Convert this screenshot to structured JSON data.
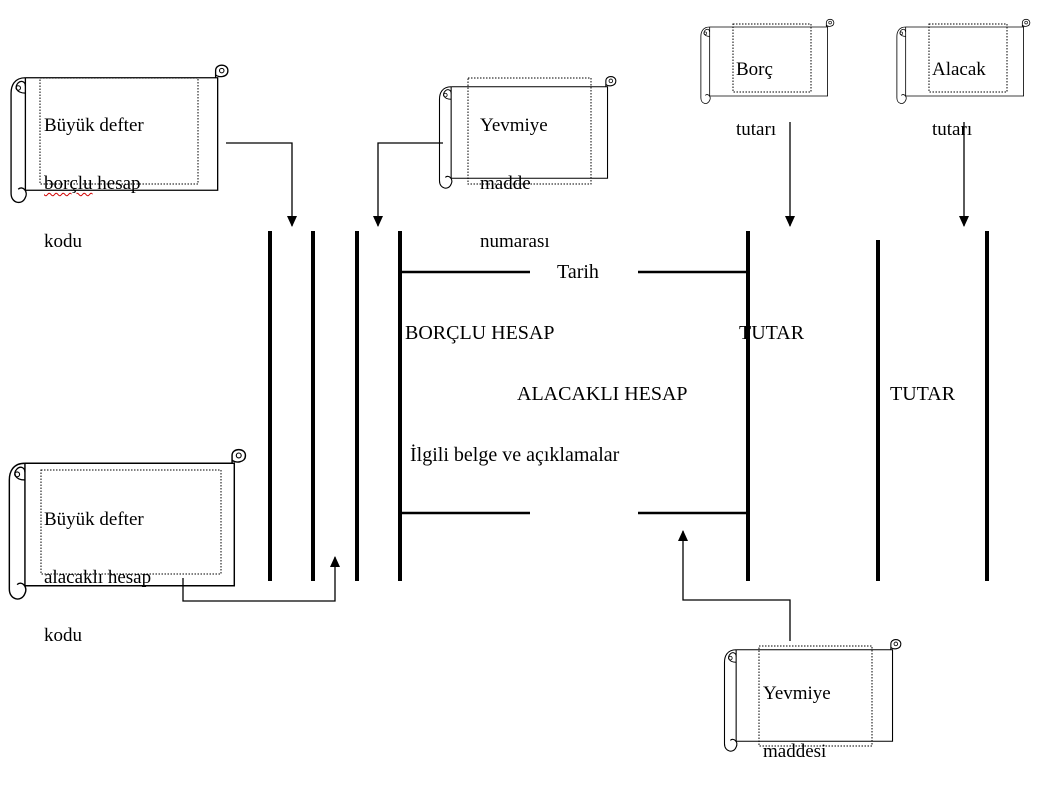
{
  "scrolls": {
    "borclu_kodu": {
      "line1": "Büyük defter",
      "line2": "borçlu",
      "line2_rest": " hesap",
      "line3": "kodu"
    },
    "madde_no": {
      "line1": "Yevmiye",
      "line2": "madde",
      "line3": "numarası"
    },
    "borc_tutari": {
      "line1": "Borç",
      "line2": "tutarı"
    },
    "alacak_tutari": {
      "line1": "Alacak",
      "line2": "tutarı"
    },
    "alacakli_kodu": {
      "line1": "Büyük defter",
      "line2": "alacaklı hesap",
      "line3": "kodu"
    },
    "yevmiye_maddesi": {
      "line1": "Yevmiye",
      "line2": "maddesi"
    }
  },
  "journal": {
    "date": "Tarih",
    "debit_account": "BORÇLU HESAP",
    "debit_amount": "TUTAR",
    "credit_account": "ALACAKLI HESAP",
    "credit_amount": "TUTAR",
    "explanation": "İlgili belge ve açıklamalar"
  }
}
